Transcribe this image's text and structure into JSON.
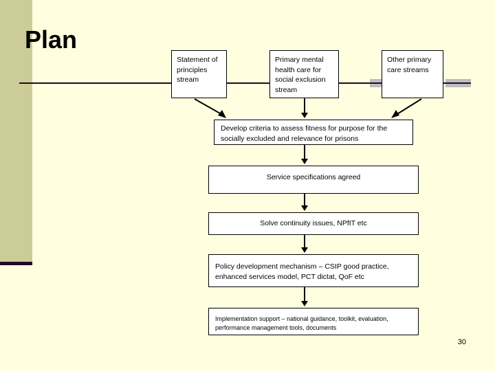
{
  "slide": {
    "title": "Plan",
    "page_number": "30",
    "background_color": "#ffffe0",
    "accent_band_color": "#cccc99",
    "accent_band_foot_color": "#240824",
    "rule_color": "#240824",
    "box_fill_color": "#ffffff",
    "box_border_color": "#000000"
  },
  "diagram": {
    "stream_boxes": [
      {
        "id": "statement",
        "text": "Statement of principles stream"
      },
      {
        "id": "primary",
        "text": "Primary mental health care for social exclusion stream"
      },
      {
        "id": "other",
        "text": "Other primary care streams"
      }
    ],
    "flow_boxes": [
      {
        "id": "criteria",
        "text": "Develop criteria to assess fitness for purpose for the socially excluded and relevance for prisons"
      },
      {
        "id": "specs",
        "text": "Service specifications agreed"
      },
      {
        "id": "continuity",
        "text": "Solve continuity issues, NPfIT etc"
      },
      {
        "id": "policy",
        "text": "Policy development mechanism – CSIP good practice, enhanced services model, PCT dictat, QoF etc"
      },
      {
        "id": "implementation",
        "text": "Implementation support – national guidance, toolkit, evaluation, performance management tools, documents"
      }
    ]
  }
}
